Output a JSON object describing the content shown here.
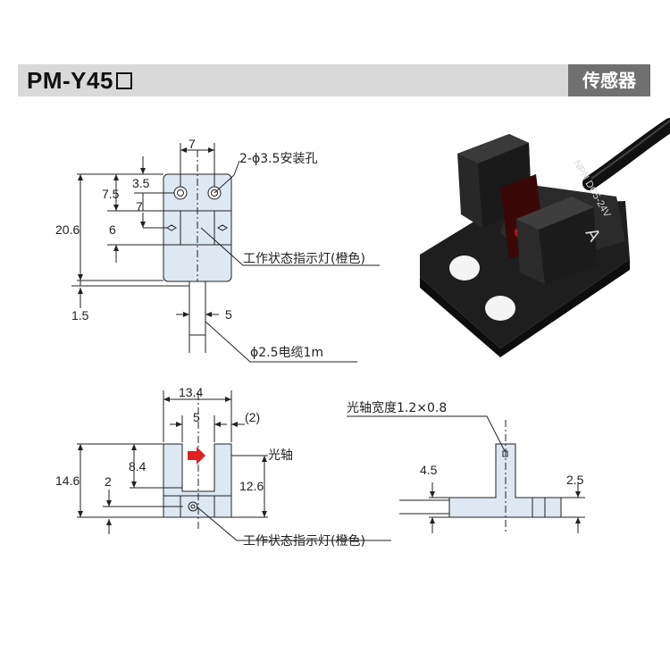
{
  "header": {
    "model": "PM-Y45",
    "category": "传感器"
  },
  "top_view": {
    "width_dim": "7",
    "hole_label": "2-ϕ3.5安装孔",
    "dim_3_5": "3.5",
    "dim_7_5": "7.5",
    "dim_7": "7",
    "dim_20_6": "20.6",
    "dim_6": "6",
    "indicator_label": "工作状态指示灯(橙色)",
    "dim_1_5": "1.5",
    "dim_5": "5",
    "cable_label": "ϕ2.5电缆1m"
  },
  "front_view": {
    "dim_13_4": "13.4",
    "dim_5": "5",
    "dim_2_paren": "(2)",
    "axis_label": "光轴",
    "dim_8_4": "8.4",
    "dim_14_6": "14.6",
    "dim_2": "2",
    "dim_12_6": "12.6",
    "indicator_label": "工作状态指示灯(橙色)"
  },
  "side_view": {
    "axis_width_label": "光轴宽度1.2×0.8",
    "dim_4_5": "4.5",
    "dim_2_5": "2.5"
  },
  "photo": {
    "print_text": "NPN DC5-24V",
    "print_text_2": "A"
  },
  "colors": {
    "body_fill": "#dde8f2",
    "header_bg": "#d9d9d9",
    "tag_bg": "#707070",
    "arrow_red": "#e02020"
  }
}
